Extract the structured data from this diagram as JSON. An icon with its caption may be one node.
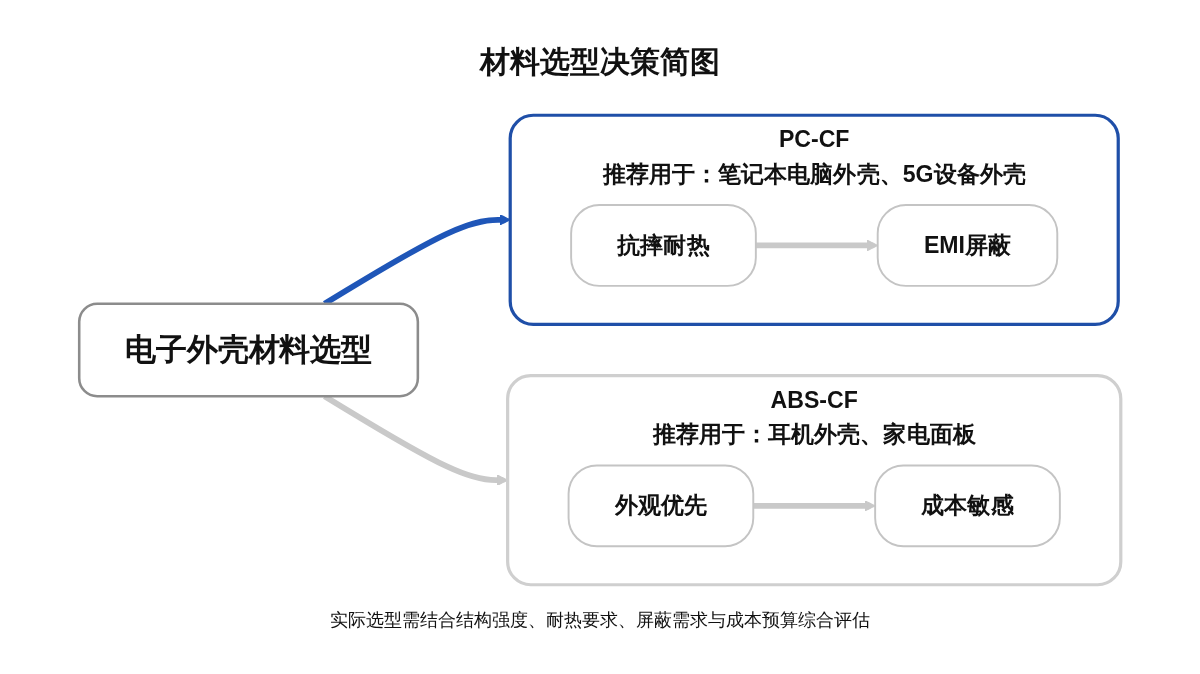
{
  "diagram": {
    "title": "材料选型决策简图",
    "caption": "实际选型需结合结构强度、耐热要求、屏蔽需求与成本预算综合评估",
    "nodes": [
      {
        "text": [
          "电子外壳材料选型"
        ]
      },
      {
        "text": [
          "PC-CF",
          "推荐用于：笔记本电脑外壳、5G设备外壳"
        ]
      },
      {
        "text": [
          "抗摔耐热"
        ],
        "in": 1
      },
      {
        "text": [
          "EMI屏蔽"
        ],
        "in": 1
      },
      {
        "text": [
          "ABS-CF",
          "推荐用于：耳机外壳、家电面板"
        ]
      },
      {
        "text": [
          "外观优先"
        ],
        "in": 4
      },
      {
        "text": [
          "成本敏感"
        ],
        "in": 4
      }
    ],
    "edges": [
      {
        "from": 0,
        "to": 1,
        "arrow": "to",
        "color": "#1f56b8"
      },
      {
        "from": 0,
        "to": 4,
        "arrow": "to"
      },
      {
        "from": 2,
        "to": 3,
        "arrow": "to"
      },
      {
        "from": 5,
        "to": 6,
        "arrow": "to"
      }
    ]
  }
}
